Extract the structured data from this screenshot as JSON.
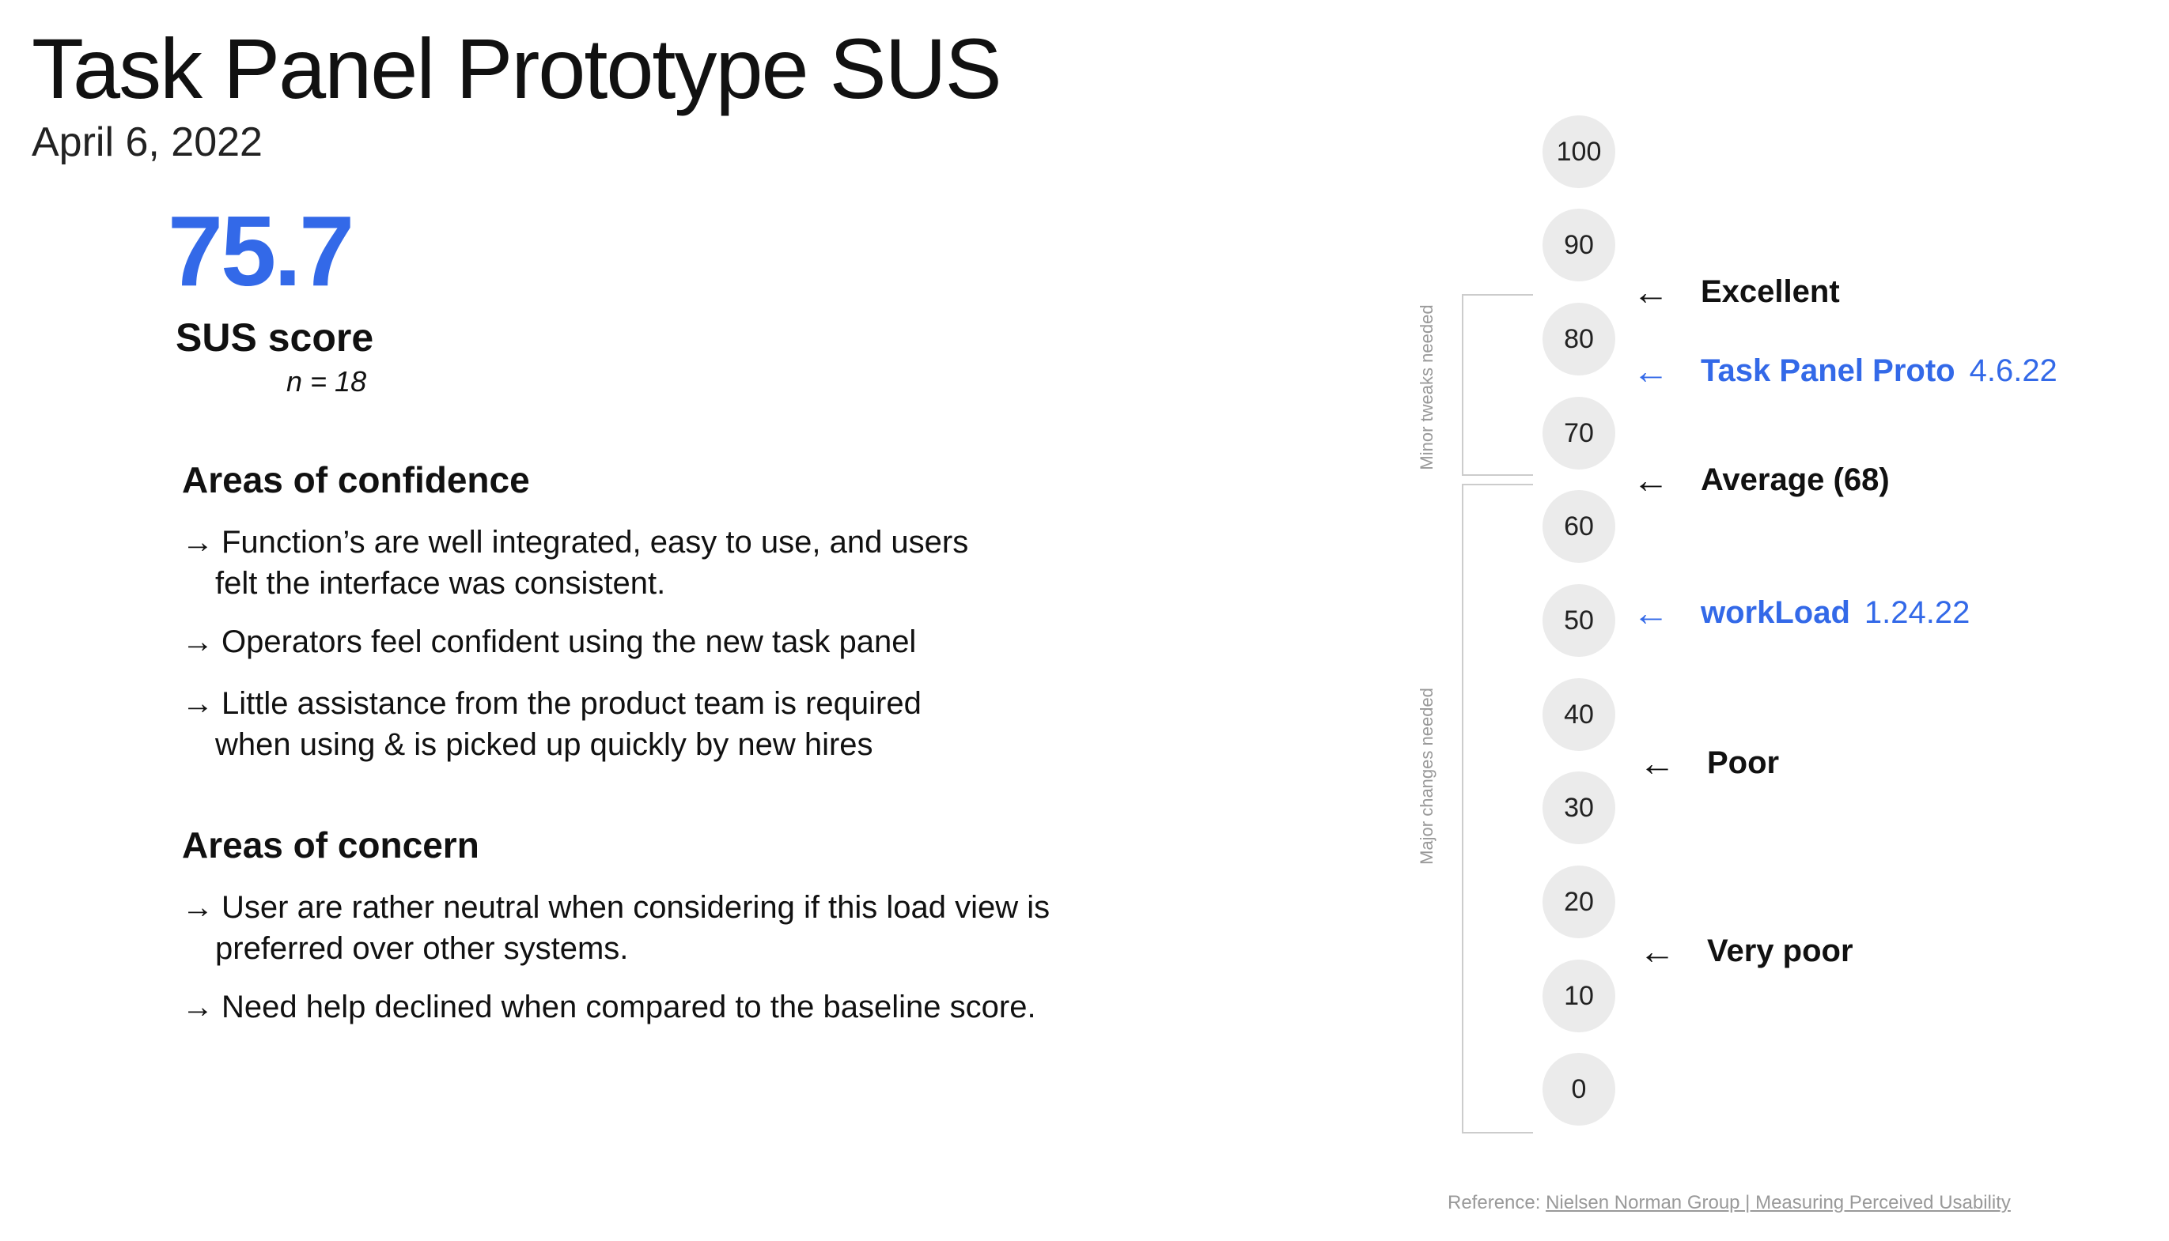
{
  "title": "Task Panel Prototype SUS",
  "date": "April 6, 2022",
  "score": {
    "value": "75.7",
    "label": "SUS score",
    "n": "n = 18"
  },
  "confidence": {
    "heading": "Areas of confidence",
    "items": [
      {
        "arrow": "→",
        "line1": "Function’s are well integrated, easy to use, and users",
        "line2": "felt the interface was consistent."
      },
      {
        "arrow": "→",
        "line1": "Operators feel confident using the new task panel",
        "line2": ""
      },
      {
        "arrow": "→",
        "line1": "Little assistance from the product team is required",
        "line2": "when using & is picked up quickly by new hires"
      }
    ]
  },
  "concern": {
    "heading": "Areas of concern",
    "items": [
      {
        "arrow": "→",
        "line1": "User are rather neutral when considering  if this load view is",
        "line2": "preferred over other systems."
      },
      {
        "arrow": "→",
        "line1": "Need help declined when compared to the baseline score.",
        "line2": ""
      }
    ]
  },
  "scale": {
    "ticks": [
      "100",
      "90",
      "80",
      "70",
      "60",
      "50",
      "40",
      "30",
      "20",
      "10",
      "0"
    ],
    "bracket_minor_label": "Minor tweaks needed",
    "bracket_major_label": "Major changes needed",
    "markers": [
      {
        "arrow": "←",
        "label": "Excellent",
        "date": "",
        "value": 80,
        "highlight": false
      },
      {
        "arrow": "←",
        "label": "Task Panel Proto",
        "date": "4.6.22",
        "value": 75.7,
        "highlight": true
      },
      {
        "arrow": "←",
        "label": "Average (68)",
        "date": "",
        "value": 68,
        "highlight": false
      },
      {
        "arrow": "←",
        "label": "workLoad",
        "date": "1.24.22",
        "value": 50,
        "highlight": true
      },
      {
        "arrow": "←",
        "label": "Poor",
        "date": "",
        "value": 34,
        "highlight": false
      },
      {
        "arrow": "←",
        "label": "Very poor",
        "date": "",
        "value": 14,
        "highlight": false
      }
    ]
  },
  "reference": {
    "prefix": "Reference:",
    "link": "Nielsen Norman Group | Measuring Perceived Usability"
  },
  "colors": {
    "accent": "#3369e8",
    "circle": "#ebebeb"
  }
}
